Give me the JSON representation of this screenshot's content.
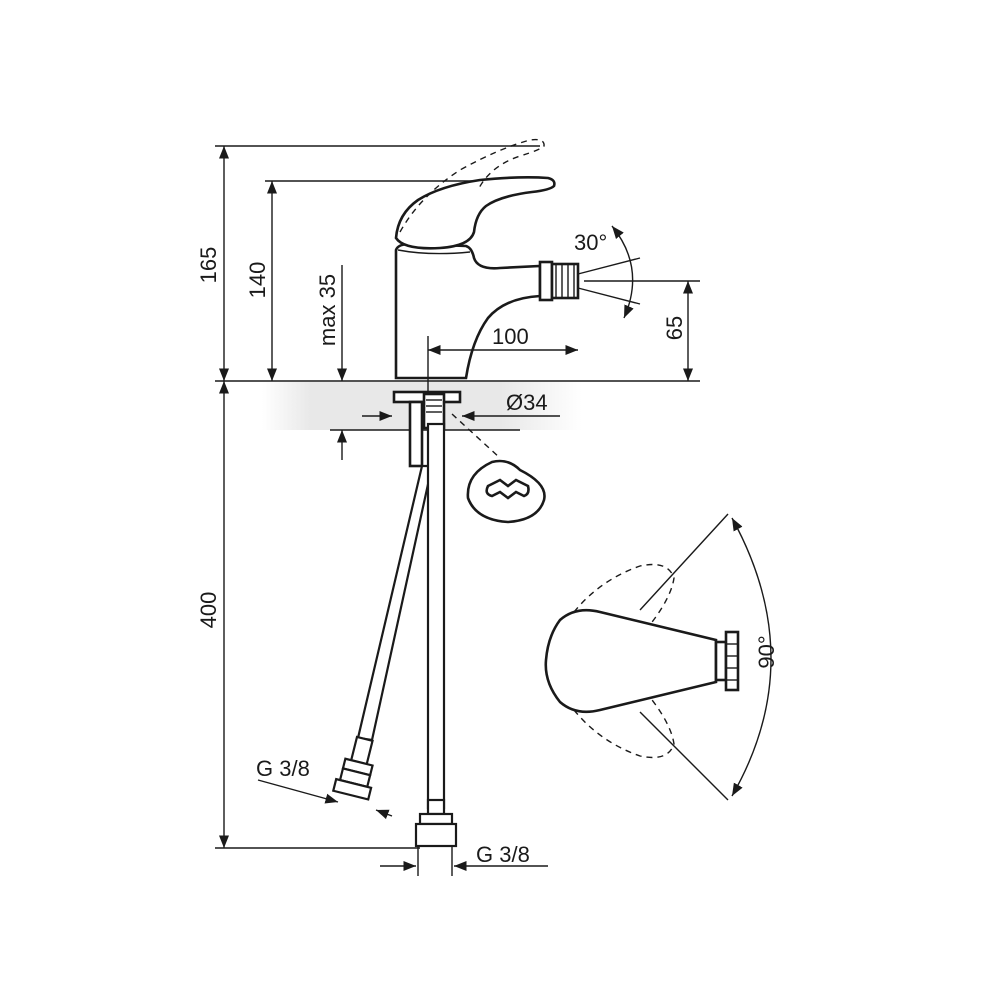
{
  "dimensions": {
    "height_total": "165",
    "height_spout": "140",
    "max_deck": "max 35",
    "reach": "100",
    "outlet_height": "65",
    "hole_diameter": "Ø34",
    "spray_angle": "30°",
    "hose_length": "400",
    "thread_left": "G 3/8",
    "thread_right": "G 3/8",
    "lever_angle": "90°"
  }
}
